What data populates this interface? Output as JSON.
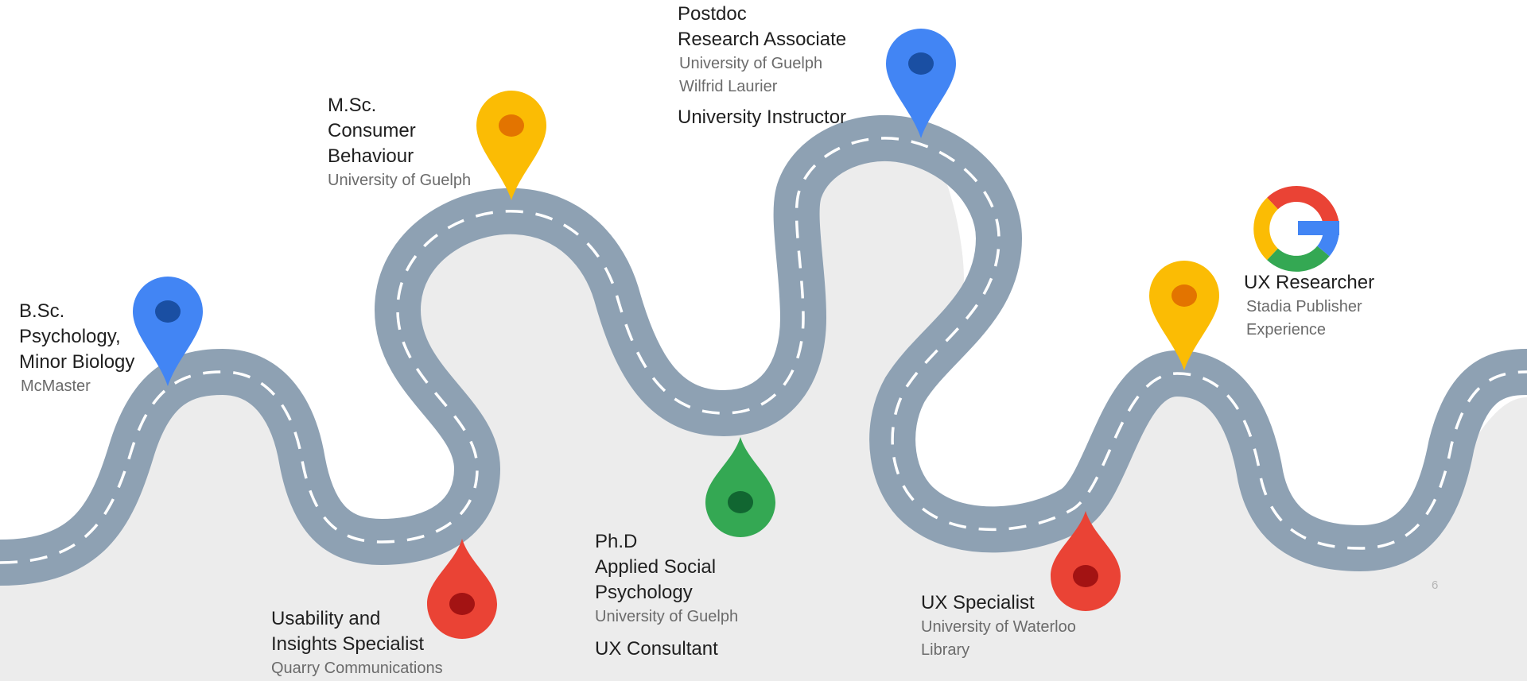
{
  "milestones": [
    {
      "id": "bsc",
      "title_lines": [
        "B.Sc.",
        "Psychology,",
        "Minor Biology"
      ],
      "org_lines": [
        "McMaster"
      ],
      "pin_color": "#4285f4",
      "pin_inner": "#1a4fa3"
    },
    {
      "id": "usability",
      "title_lines": [
        "Usability and",
        "Insights Specialist"
      ],
      "org_lines": [
        "Quarry Communications"
      ],
      "pin_color": "#ea4335",
      "pin_inner": "#a31313"
    },
    {
      "id": "msc",
      "title_lines": [
        "M.Sc.",
        "Consumer",
        "Behaviour"
      ],
      "org_lines": [
        "University of Guelph"
      ],
      "pin_color": "#fbbc04",
      "pin_inner": "#e37400"
    },
    {
      "id": "phd",
      "title_lines": [
        "Ph.D",
        "Applied Social",
        "Psychology"
      ],
      "org_lines": [
        "University of Guelph"
      ],
      "extra": "UX Consultant",
      "pin_color": "#34a853",
      "pin_inner": "#116631"
    },
    {
      "id": "postdoc",
      "title_lines": [
        "Postdoc",
        "Research Associate"
      ],
      "org_lines": [
        "University of Guelph",
        "Wilfrid Laurier"
      ],
      "extra": "University Instructor",
      "pin_color": "#4285f4",
      "pin_inner": "#1a4fa3"
    },
    {
      "id": "uxspec",
      "title_lines": [
        "UX Specialist"
      ],
      "org_lines": [
        "University of Waterloo",
        "Library"
      ],
      "pin_color": "#ea4335",
      "pin_inner": "#a31313"
    },
    {
      "id": "uxres",
      "title_lines": [
        "UX Researcher"
      ],
      "org_lines": [
        "Stadia Publisher",
        "Experience"
      ],
      "pin_color": "#fbbc04",
      "pin_inner": "#e37400"
    }
  ],
  "colors": {
    "road": "#8ea1b3",
    "road_dash": "#ffffff",
    "ground": "#ececec",
    "text_main": "#1f1f1f",
    "text_sub": "#6b6b6b"
  },
  "logo": {
    "icon": "google-g-logo",
    "colors": [
      "#4285f4",
      "#ea4335",
      "#fbbc04",
      "#34a853"
    ]
  },
  "page_number": "6"
}
